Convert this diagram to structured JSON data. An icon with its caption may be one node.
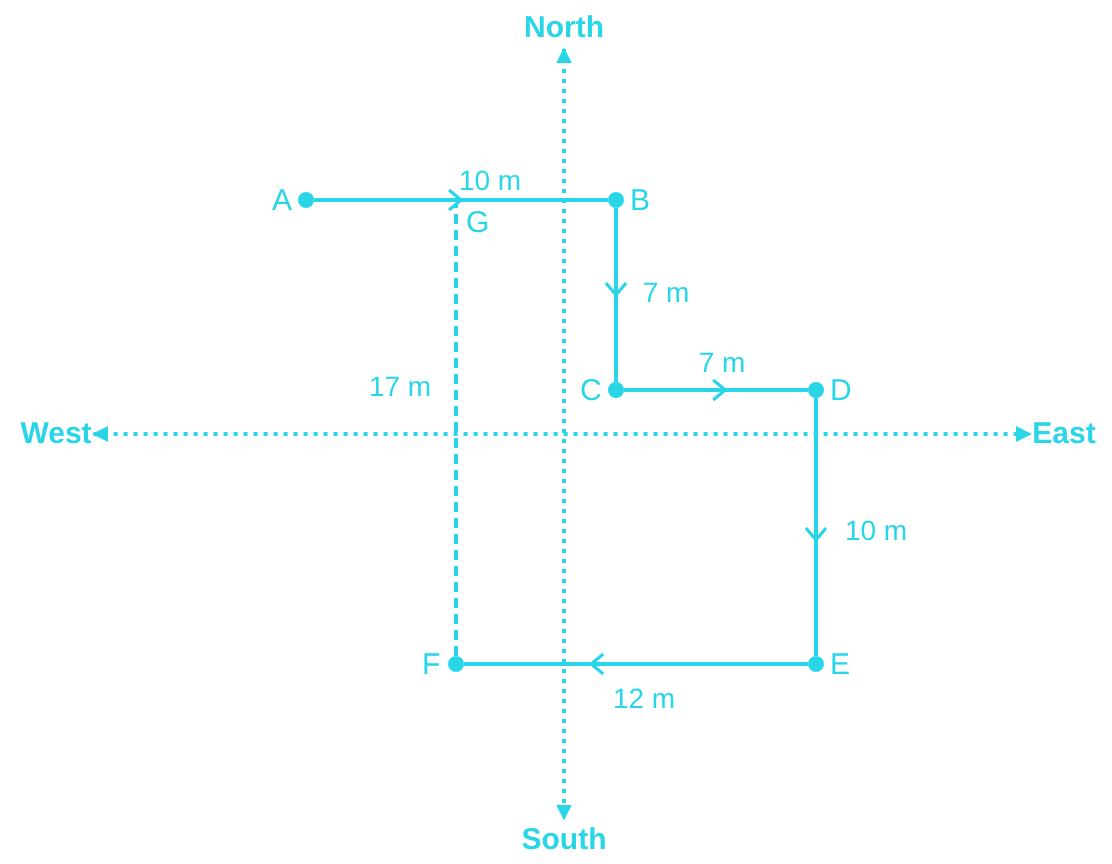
{
  "diagram": {
    "nodes": [
      {
        "text": [
          "North"
        ]
      },
      {
        "text": [
          "South"
        ]
      },
      {
        "text": [
          "West"
        ]
      },
      {
        "text": [
          "East"
        ]
      },
      {
        "text": [
          "A"
        ]
      },
      {
        "text": [
          "B"
        ]
      },
      {
        "text": [
          "C"
        ]
      },
      {
        "text": [
          "D"
        ]
      },
      {
        "text": [
          "E"
        ]
      },
      {
        "text": [
          "F"
        ]
      },
      {
        "text": [
          "G"
        ]
      }
    ],
    "edges": [
      {
        "from": 0,
        "to": 1,
        "arrow": "both",
        "style": "dashed"
      },
      {
        "from": 2,
        "to": 3,
        "arrow": "both",
        "style": "dashed"
      },
      {
        "from": 4,
        "to": 5,
        "arrow": "to",
        "label": "10 m"
      },
      {
        "from": 5,
        "to": 6,
        "arrow": "to",
        "label": "7 m"
      },
      {
        "from": 6,
        "to": 7,
        "arrow": "to",
        "label": "7 m"
      },
      {
        "from": 7,
        "to": 8,
        "arrow": "to",
        "label": "10 m"
      },
      {
        "from": 8,
        "to": 9,
        "arrow": "to",
        "label": "12 m"
      },
      {
        "from": 9,
        "to": 10,
        "arrow": "none",
        "label": "17 m",
        "style": "dashed"
      }
    ]
  }
}
